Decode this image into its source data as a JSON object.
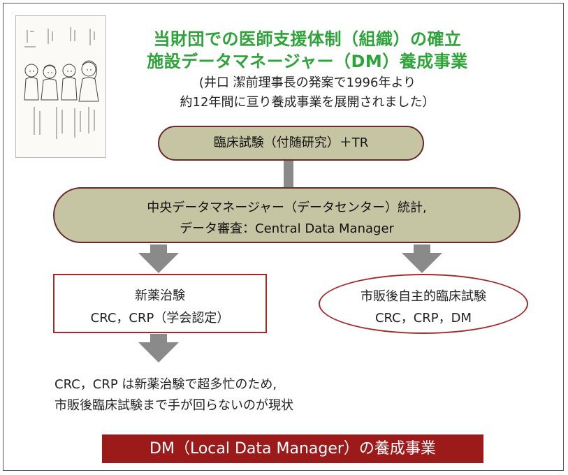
{
  "header": {
    "title_line1": "当財団での医師支援体制（組織）の確立",
    "title_line2": "施設データマネージャー（DM）養成事業",
    "subtitle_line1": "(井口 潔前理事長の発案で1996年より",
    "subtitle_line2": "約12年間に亘り養成事業を展開されました）"
  },
  "flow": {
    "top_node": "臨床試験（付随研究）＋TR",
    "central_line1": "中央データマネージャー（データセンター）統計,",
    "central_line2": "データ審査：Central Data Manager",
    "left_node_line1": "新薬治験",
    "left_node_line2": "CRC，CRP（学会認定）",
    "right_node_line1": "市販後自主的臨床試験",
    "right_node_line2": "CRC，CRP，DM"
  },
  "note": {
    "line1": "CRC，CRP は新薬治験で超多忙のため,",
    "line2": "市販後臨床試験まで手が回らないのが現状"
  },
  "banner": "DM（Local Data Manager）の養成事業",
  "colors": {
    "title_green": "#2ea33a",
    "node_fill": "#c6c5a3",
    "border_red": "#a32a2a",
    "banner_red": "#9c1a1a",
    "arrow_gray": "#8a8a8a"
  }
}
